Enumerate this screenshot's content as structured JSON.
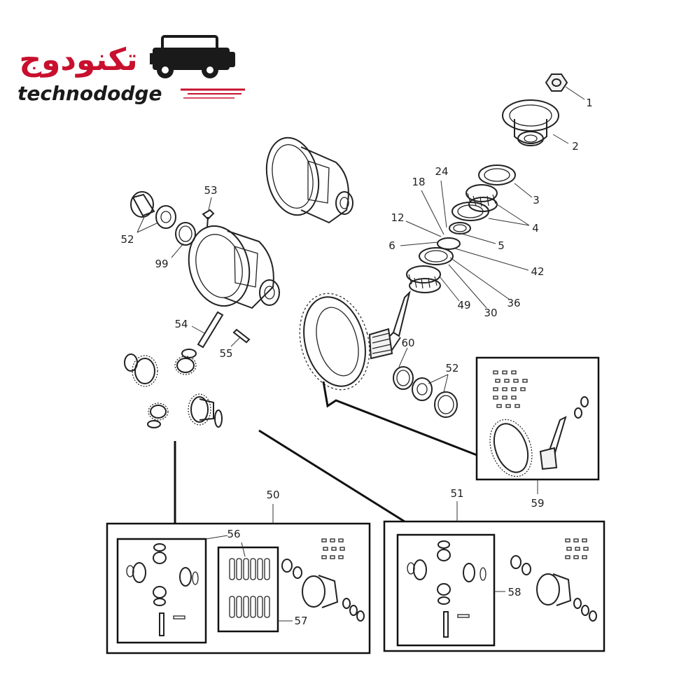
{
  "brand": {
    "name_ar": "تكنودوج",
    "name_en": "technododge",
    "accent_color": "#c8102e",
    "logo_icon": "jeep-icon"
  },
  "callouts": {
    "c1": "1",
    "c2": "2",
    "c3": "3",
    "c4a": "4",
    "c4b": "4",
    "c5": "5",
    "c6": "6",
    "c12": "12",
    "c18": "18",
    "c24": "24",
    "c30": "30",
    "c36": "36",
    "c42": "42",
    "c49": "49",
    "c50": "50",
    "c51": "51",
    "c52a": "52",
    "c52b": "52",
    "c53": "53",
    "c54": "54",
    "c55": "55",
    "c56": "56",
    "c57": "57",
    "c58": "58",
    "c59": "59",
    "c60": "60",
    "c99": "99"
  }
}
